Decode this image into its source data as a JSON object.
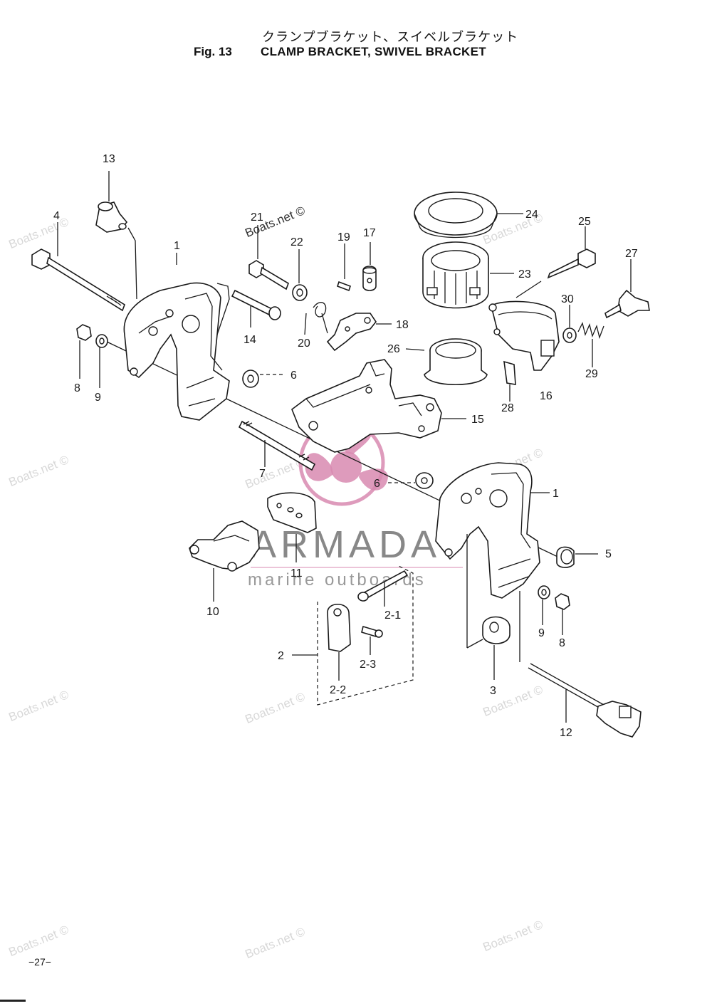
{
  "header": {
    "title_jp": "クランプブラケット、スイベルブラケット",
    "fig_no": "Fig. 13",
    "title_en": "CLAMP BRACKET, SWIVEL BRACKET"
  },
  "watermark": {
    "text": "Boats.net ©"
  },
  "brand": {
    "name": "ARMADA",
    "tagline": "marine outboards",
    "logo": "propeller-logo",
    "color": "#d889b0"
  },
  "labels": {
    "p1": "1",
    "p1b": "1",
    "p2": "2",
    "p2_1": "2-1",
    "p2_2": "2-2",
    "p2_3": "2-3",
    "p3": "3",
    "p4": "4",
    "p5": "5",
    "p6": "6",
    "p6b": "6",
    "p7": "7",
    "p8": "8",
    "p8b": "8",
    "p9": "9",
    "p9b": "9",
    "p10": "10",
    "p11": "11",
    "p12": "12",
    "p13": "13",
    "p14": "14",
    "p15": "15",
    "p16": "16",
    "p17": "17",
    "p18": "18",
    "p19": "19",
    "p20": "20",
    "p21": "21",
    "p22": "22",
    "p23": "23",
    "p24": "24",
    "p25": "25",
    "p26": "26",
    "p27": "27",
    "p28": "28",
    "p29": "29",
    "p30": "30"
  },
  "footer": {
    "page_number": "−27−"
  }
}
